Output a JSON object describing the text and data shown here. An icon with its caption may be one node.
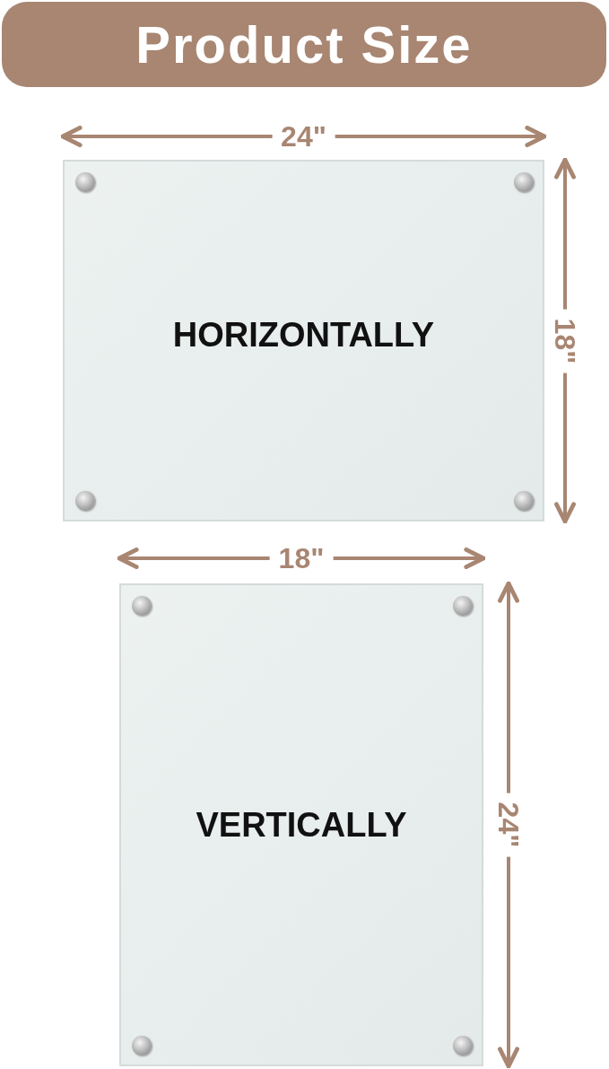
{
  "diagram": {
    "title": "Product Size",
    "nodes": [
      {
        "text": [
          "HORIZONTALLY"
        ]
      },
      {
        "text": [
          "VERTICALLY"
        ]
      }
    ],
    "labels": [
      "24\"",
      "18\"",
      "18\"",
      "24\""
    ]
  }
}
